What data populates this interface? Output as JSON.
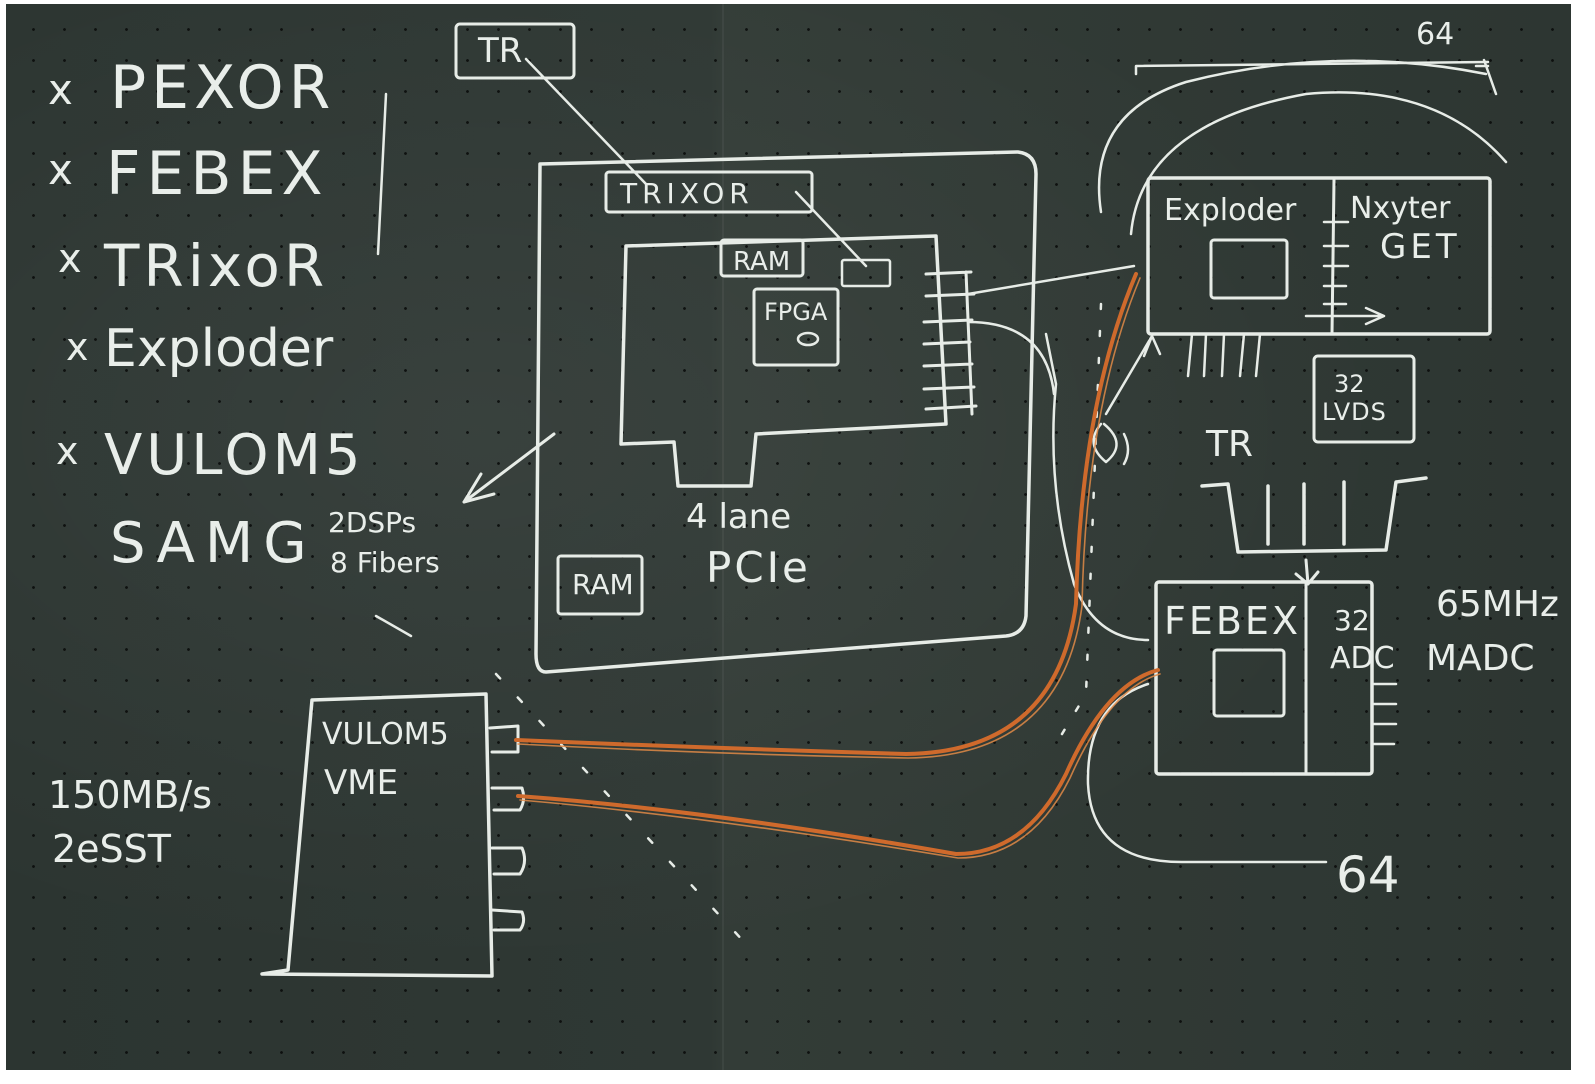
{
  "checklist": {
    "items": [
      "PEXOR",
      "FEBEX",
      "TRixoR",
      "Exploder",
      "VULOM5"
    ],
    "mark": "x"
  },
  "samg": {
    "label": "SAMG",
    "note_line1": "2DSPs",
    "note_line2": "8 Fibers"
  },
  "vulom": {
    "label_line1": "VULOM5",
    "label_line2": "VME",
    "rate": "150MB/s",
    "mode": "2eSST"
  },
  "pexor": {
    "tr_label": "TR",
    "trixor_label": "TRIXOR",
    "ram_top": "RAM",
    "fpga": "FPGA",
    "ram_bottom": "RAM",
    "lanes": "4 lane",
    "bus": "PCIe"
  },
  "exploder": {
    "title": "Exploder",
    "nxyter": "Nxyter",
    "get": "GET",
    "count_top": "64",
    "tr": "TR",
    "lvds": "32 LVDS"
  },
  "febex": {
    "title": "FEBEX",
    "adc": "32 ADC",
    "freq": "65MHz",
    "madc": "MADC",
    "count_bottom": "64"
  },
  "colors": {
    "board": "#2f3834",
    "chalk": "#e7ece7",
    "cable": "#cf6a2c"
  }
}
